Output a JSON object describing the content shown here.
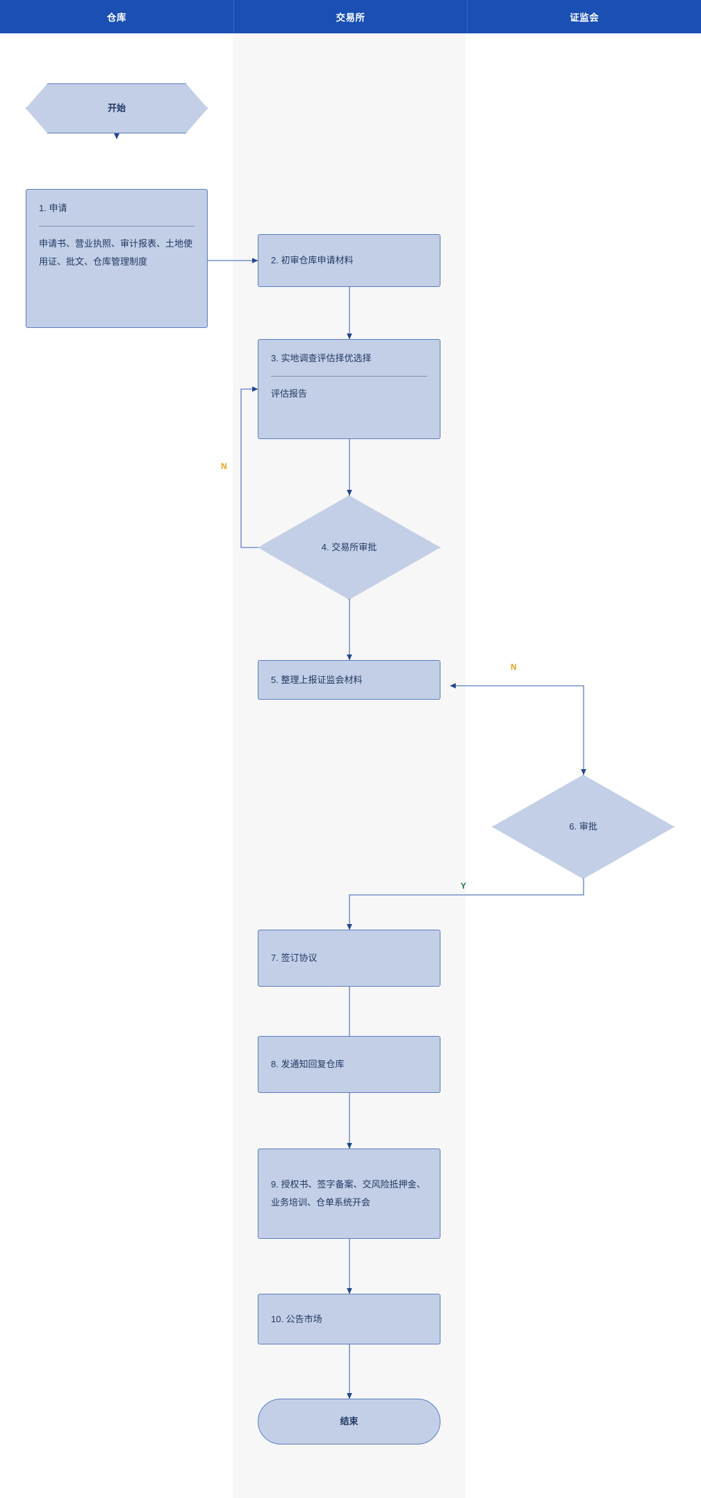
{
  "lanes": [
    {
      "id": "warehouse",
      "label": "仓库"
    },
    {
      "id": "exchange",
      "label": "交易所"
    },
    {
      "id": "csrc",
      "label": "证监会"
    }
  ],
  "nodes": {
    "start": {
      "label": "开始",
      "lane": "warehouse",
      "shape": "hexagon"
    },
    "n1": {
      "lane": "warehouse",
      "shape": "process",
      "title": "1. 申请",
      "body": "申请书、营业执照、审计报表、土地使用证、批文、仓库管理制度"
    },
    "n2": {
      "lane": "exchange",
      "shape": "process",
      "title": "2. 初审仓库申请材料"
    },
    "n3": {
      "lane": "exchange",
      "shape": "process",
      "title": "3. 实地调查评估择优选择",
      "body": "评估报告"
    },
    "n4": {
      "lane": "exchange",
      "shape": "diamond",
      "title": "4. 交易所审批"
    },
    "n5": {
      "lane": "exchange",
      "shape": "process",
      "title": "5. 整理上报证监会材料"
    },
    "n6": {
      "lane": "csrc",
      "shape": "diamond",
      "title": "6. 审批"
    },
    "n7": {
      "lane": "exchange",
      "shape": "process",
      "title": "7. 签订协议"
    },
    "n8": {
      "lane": "exchange",
      "shape": "process",
      "title": "8. 发通知回复仓库"
    },
    "n9": {
      "lane": "exchange",
      "shape": "process",
      "title": "9. 授权书、签字备案、交风险抵押金、业务培训、仓单系统开会"
    },
    "n10": {
      "lane": "exchange",
      "shape": "process",
      "title": "10. 公告市场"
    },
    "end": {
      "label": "结束",
      "lane": "exchange",
      "shape": "terminator"
    }
  },
  "edge_labels": {
    "n4_reject": "N",
    "n6_reject": "N",
    "n6_approve": "Y"
  },
  "colors": {
    "header_bg": "#1a4fb4",
    "header_text": "#ffffff",
    "node_fill": "#c3cfe6",
    "node_border": "#5b7cc0",
    "node_text": "#1f3864",
    "connector": "#5b7cc0",
    "lane_alt_bg": "#f7f7f7",
    "label_no": "#e8a219",
    "label_yes": "#1e7a46"
  }
}
